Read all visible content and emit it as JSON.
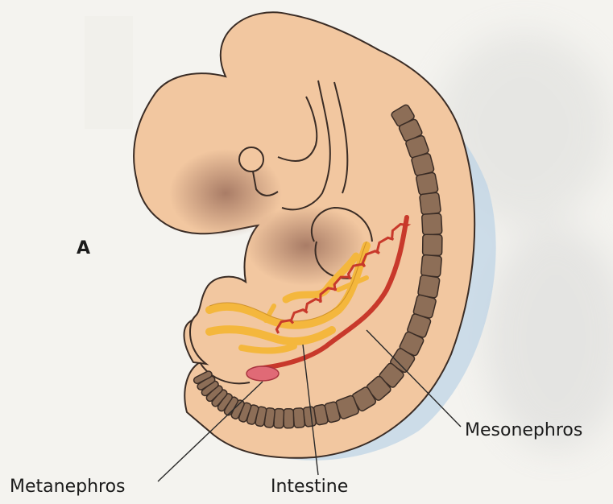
{
  "figure": {
    "panel_letter": "A",
    "labels": {
      "mesonephros": "Mesonephros",
      "metanephros": "Metanephros",
      "intestine": "Intestine"
    }
  },
  "colors": {
    "skin": "#f2c7a0",
    "skin_shadow": "#b88a6f",
    "somite": "#8d6e57",
    "duct_red": "#c8392b",
    "gut_yellow": "#f4b73d",
    "outline": "#3a2c25",
    "background": "#f4f3ef"
  }
}
